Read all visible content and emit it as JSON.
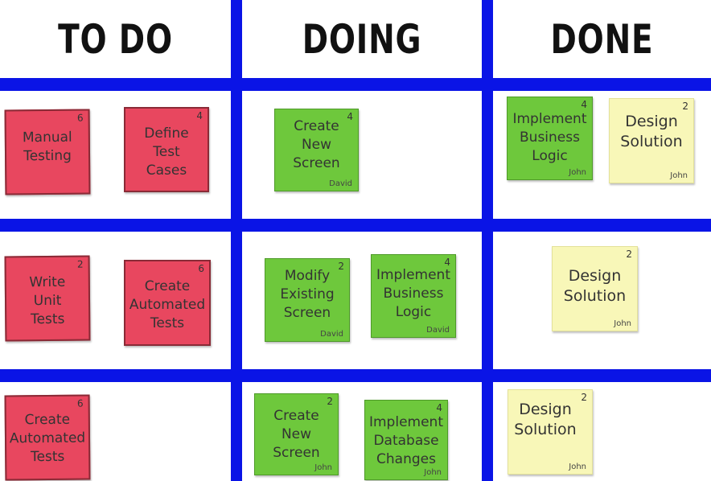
{
  "colors": {
    "grid": "#0a14e6",
    "todo_note": "#e8475f",
    "doing_note": "#6ec83c",
    "done_note": "#f8f7b8"
  },
  "columns": {
    "todo": "TO DO",
    "doing": "DOING",
    "done": "DONE"
  },
  "rows": [
    {
      "todo": [
        {
          "title": "Manual\nTesting",
          "points": "6"
        },
        {
          "title": "Define\nTest\nCases",
          "points": "4"
        }
      ],
      "doing": [
        {
          "title": "Create\nNew\nScreen",
          "points": "4",
          "assignee": "David"
        }
      ],
      "done": [
        {
          "title": "Implement\nBusiness\nLogic",
          "points": "4",
          "assignee": "John"
        },
        {
          "title": "Design\nSolution",
          "points": "2",
          "assignee": "John"
        }
      ]
    },
    {
      "todo": [
        {
          "title": "Write\nUnit\nTests",
          "points": "2"
        },
        {
          "title": "Create\nAutomated\nTests",
          "points": "6"
        }
      ],
      "doing": [
        {
          "title": "Modify\nExisting\nScreen",
          "points": "2",
          "assignee": "David"
        },
        {
          "title": "Implement\nBusiness\nLogic",
          "points": "4",
          "assignee": "David"
        }
      ],
      "done": [
        {
          "title": "Design\nSolution",
          "points": "2",
          "assignee": "John"
        }
      ]
    },
    {
      "todo": [
        {
          "title": "Create\nAutomated\nTests",
          "points": "6"
        }
      ],
      "doing": [
        {
          "title": "Create\nNew\nScreen",
          "points": "2",
          "assignee": "John"
        },
        {
          "title": "Implement\nDatabase\nChanges",
          "points": "4",
          "assignee": "John"
        }
      ],
      "done": [
        {
          "title": "Design\nSolution",
          "points": "2",
          "assignee": "John"
        }
      ]
    }
  ]
}
